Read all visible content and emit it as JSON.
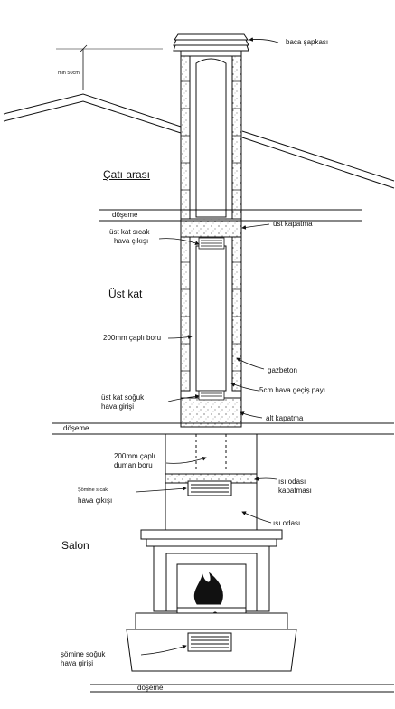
{
  "labels": {
    "baca_sapkasi": "baca şapkası",
    "min_50cm": "min 50cm",
    "cati_arasi": "Çatı arası",
    "doseme_1": "döşeme",
    "ust_kapatma": "üst kapatma",
    "ust_kat_sicak_1": "üst kat sıcak",
    "ust_kat_sicak_2": "hava çıkışı",
    "ust_kat": "Üst kat",
    "boru_200mm": "200mm çaplı boru",
    "gazbeton": "gazbeton",
    "hava_gecis_payi": "5cm hava geçiş payı",
    "ust_kat_soguk_1": "üst kat soğuk",
    "ust_kat_soguk_2": "hava girişi",
    "alt_kapatma": "alt kapatma",
    "doseme_2": "döşeme",
    "duman_boru_1": "200mm çaplı",
    "duman_boru_2": "duman boru",
    "isi_odasi_kapatmasi_1": "ısı odası",
    "isi_odasi_kapatmasi_2": "kapatması",
    "somine_sicak_1": "Şömine sıcak",
    "somine_sicak_2": "hava çıkışı",
    "isi_odasi": "ısı odası",
    "salon": "Salon",
    "somine_soguk_1": "şömine soğuk",
    "somine_soguk_2": "hava girişi",
    "doseme_3": "döşeme"
  },
  "colors": {
    "ink": "#111111",
    "paper": "#ffffff",
    "fire": "#111111"
  }
}
